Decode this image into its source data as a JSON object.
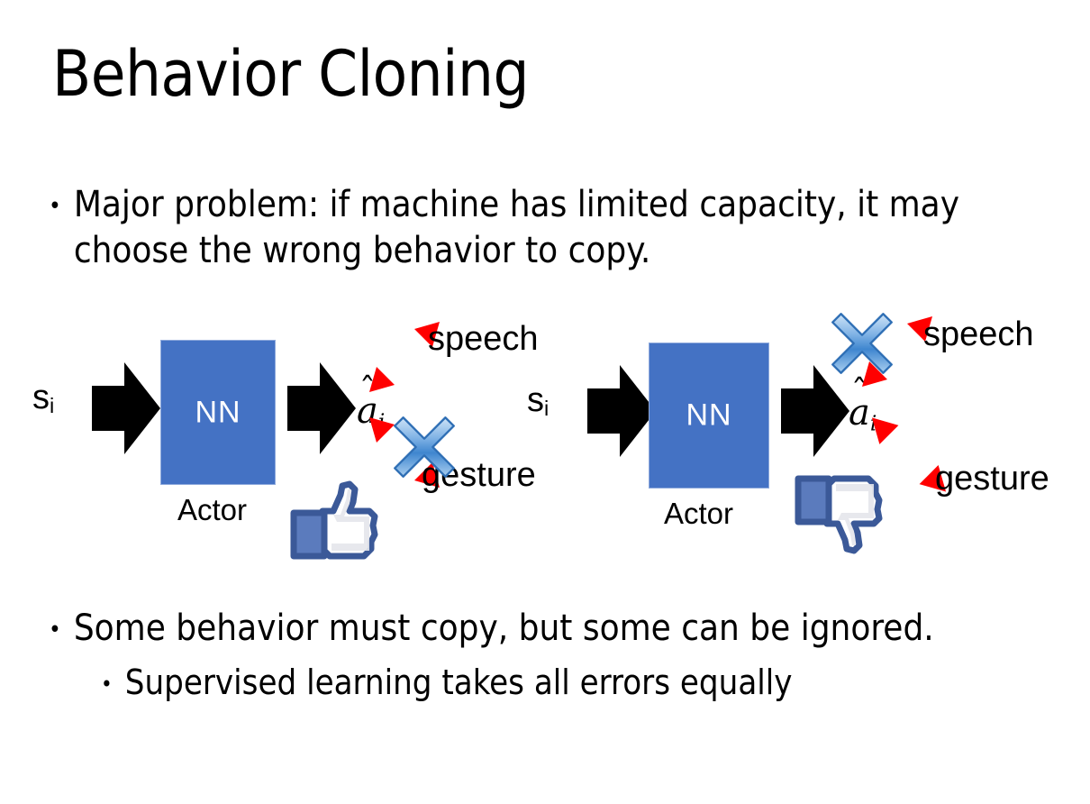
{
  "slide": {
    "title": "Behavior Cloning",
    "background_color": "#ffffff",
    "text_color": "#000000"
  },
  "bullets": [
    {
      "level": 1,
      "marker": "•",
      "text": "Major problem: if machine has limited capacity, it may choose the wrong behavior to copy."
    },
    {
      "level": 1,
      "marker": "•",
      "text": "Some behavior must copy, but some can be ignored."
    },
    {
      "level": 2,
      "marker": "•",
      "text": "Supervised learning takes all errors equally"
    }
  ],
  "diagrams": [
    {
      "id": "left",
      "caption": "good-case",
      "input_label": "s",
      "input_subscript": "i",
      "box_label": "NN",
      "box_caption": "Actor",
      "box_color": "#4472C4",
      "box_border_color": "#8faadc",
      "box_text_color": "#ffffff",
      "output_label": "a",
      "output_subscript": "i",
      "output_has_hat": true,
      "branches": [
        {
          "label": "speech",
          "direction": "up-right",
          "crossed_out": false
        },
        {
          "label": "gesture",
          "direction": "down-right",
          "crossed_out": true
        }
      ],
      "verdict_icon": "thumbs-up-icon",
      "verdict": "positive",
      "arrow_color": "#ff0000",
      "cross_color": "#4a90d9"
    },
    {
      "id": "right",
      "caption": "bad-case",
      "input_label": "s",
      "input_subscript": "i",
      "box_label": "NN",
      "box_caption": "Actor",
      "box_color": "#4472C4",
      "box_border_color": "#8faadc",
      "box_text_color": "#ffffff",
      "output_label": "a",
      "output_subscript": "i",
      "output_has_hat": true,
      "branches": [
        {
          "label": "speech",
          "direction": "up-right",
          "crossed_out": true
        },
        {
          "label": "gesture",
          "direction": "down-right",
          "crossed_out": false
        }
      ],
      "verdict_icon": "thumbs-down-icon",
      "verdict": "negative",
      "arrow_color": "#ff0000",
      "cross_color": "#4a90d9"
    }
  ],
  "icons": {
    "block_arrow": "right-block-arrow-icon",
    "double_arrow": "red-double-headed-arrow-icon",
    "cross": "blue-x-cross-icon",
    "thumbs_up": "thumbs-up-icon",
    "thumbs_down": "thumbs-down-icon"
  },
  "colors": {
    "nn_blue": "#4472C4",
    "arrow_red": "#ff0000",
    "cross_blue": "#4a90d9",
    "thumb_outline": "#3b5998",
    "thumb_fill": "#ffffff",
    "thumb_cuff": "#5b7bbd"
  }
}
